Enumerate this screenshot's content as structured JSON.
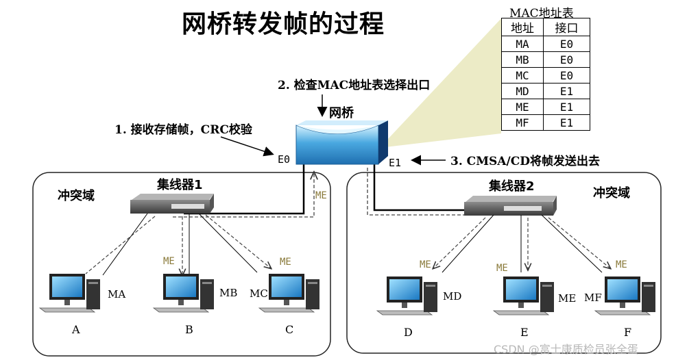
{
  "title": "网桥转发帧的过程",
  "mac_table": {
    "caption": "MAC地址表",
    "headers": [
      "地址",
      "接口"
    ],
    "rows": [
      {
        "addr": "MA",
        "port": "E0"
      },
      {
        "addr": "MB",
        "port": "E0"
      },
      {
        "addr": "MC",
        "port": "E0"
      },
      {
        "addr": "MD",
        "port": "E1"
      },
      {
        "addr": "ME",
        "port": "E1"
      },
      {
        "addr": "MF",
        "port": "E1"
      }
    ]
  },
  "steps": {
    "step1": "1. 接收存储帧，CRC校验",
    "step2": "2. 检查MAC地址表选择出口",
    "step3": "3. CMSA/CD将帧发送出去"
  },
  "bridge": {
    "label": "网桥",
    "port_left": "E0",
    "port_right": "E1"
  },
  "left_segment": {
    "domain_label": "冲突域",
    "hub_label": "集线器1",
    "frame_labels": {
      "uplink": "ME",
      "to_b": "ME",
      "to_c": "ME"
    },
    "pcs": [
      {
        "name": "A",
        "mac": "MA"
      },
      {
        "name": "B",
        "mac": "MB"
      },
      {
        "name": "C",
        "mac": "MC"
      }
    ]
  },
  "right_segment": {
    "domain_label": "冲突域",
    "hub_label": "集线器2",
    "frame_labels": {
      "to_d": "ME",
      "to_e": "ME",
      "to_f": "ME"
    },
    "pcs": [
      {
        "name": "D",
        "mac": "MD"
      },
      {
        "name": "E",
        "mac": "ME"
      },
      {
        "name": "F",
        "mac": "MF"
      }
    ]
  },
  "watermark": "CSDN @富士康质检员张全蛋",
  "colors": {
    "bridge_fill": "#3a9ad6",
    "bridge_light": "#cfeefb",
    "beam": "#ecebc6",
    "frame_label": "#8a7a3a"
  }
}
